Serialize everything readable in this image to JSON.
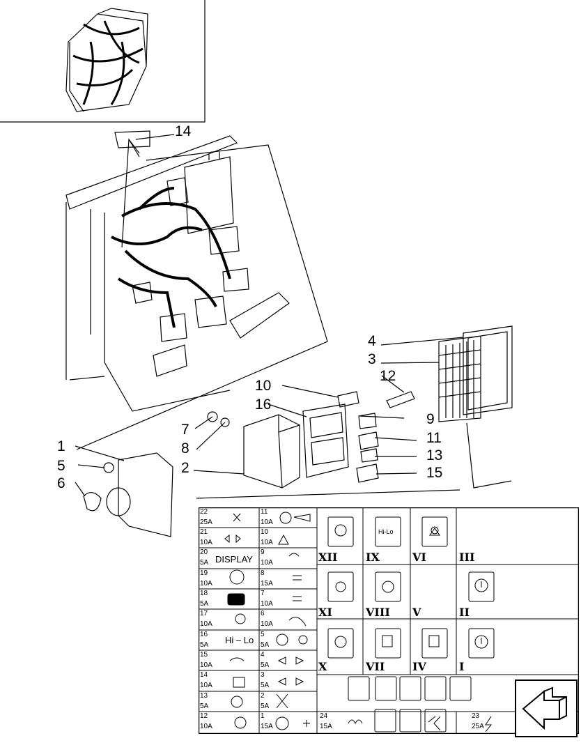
{
  "callouts": {
    "c14": "14",
    "c4": "4",
    "c3": "3",
    "c10": "10",
    "c12": "12",
    "c16": "16",
    "c9": "9",
    "c7": "7",
    "c8": "8",
    "c11": "11",
    "c1": "1",
    "c2": "2",
    "c13": "13",
    "c5": "5",
    "c15": "15",
    "c6": "6"
  },
  "fuses": {
    "left": [
      {
        "n": "22",
        "a": "25A"
      },
      {
        "n": "21",
        "a": "10A"
      },
      {
        "n": "20",
        "a": "5A"
      },
      {
        "n": "19",
        "a": "10A"
      },
      {
        "n": "18",
        "a": "5A"
      },
      {
        "n": "17",
        "a": "10A"
      },
      {
        "n": "16",
        "a": "5A"
      },
      {
        "n": "15",
        "a": "10A"
      },
      {
        "n": "14",
        "a": "10A"
      },
      {
        "n": "13",
        "a": "5A"
      },
      {
        "n": "12",
        "a": "10A"
      }
    ],
    "mid": [
      {
        "n": "11",
        "a": "10A"
      },
      {
        "n": "10",
        "a": "10A"
      },
      {
        "n": "9",
        "a": "10A"
      },
      {
        "n": "8",
        "a": "15A"
      },
      {
        "n": "7",
        "a": "10A"
      },
      {
        "n": "6",
        "a": "10A"
      },
      {
        "n": "5",
        "a": "5A"
      },
      {
        "n": "4",
        "a": "5A"
      },
      {
        "n": "3",
        "a": "5A"
      },
      {
        "n": "2",
        "a": "5A"
      },
      {
        "n": "1",
        "a": "15A"
      }
    ],
    "f24": {
      "n": "24",
      "a": "15A"
    },
    "f23": {
      "n": "23",
      "a": "25A"
    },
    "display_label": "DISPLAY",
    "hilo_label": "Hi – Lo",
    "hilo_relay": "Hi-Lo"
  },
  "relays": {
    "r12": "XII",
    "r9": "IX",
    "r6": "VI",
    "r3": "III",
    "r11": "XI",
    "r8": "VIII",
    "r5": "V",
    "r2": "II",
    "r10": "X",
    "r7": "VII",
    "r4": "IV",
    "r1": "I"
  }
}
